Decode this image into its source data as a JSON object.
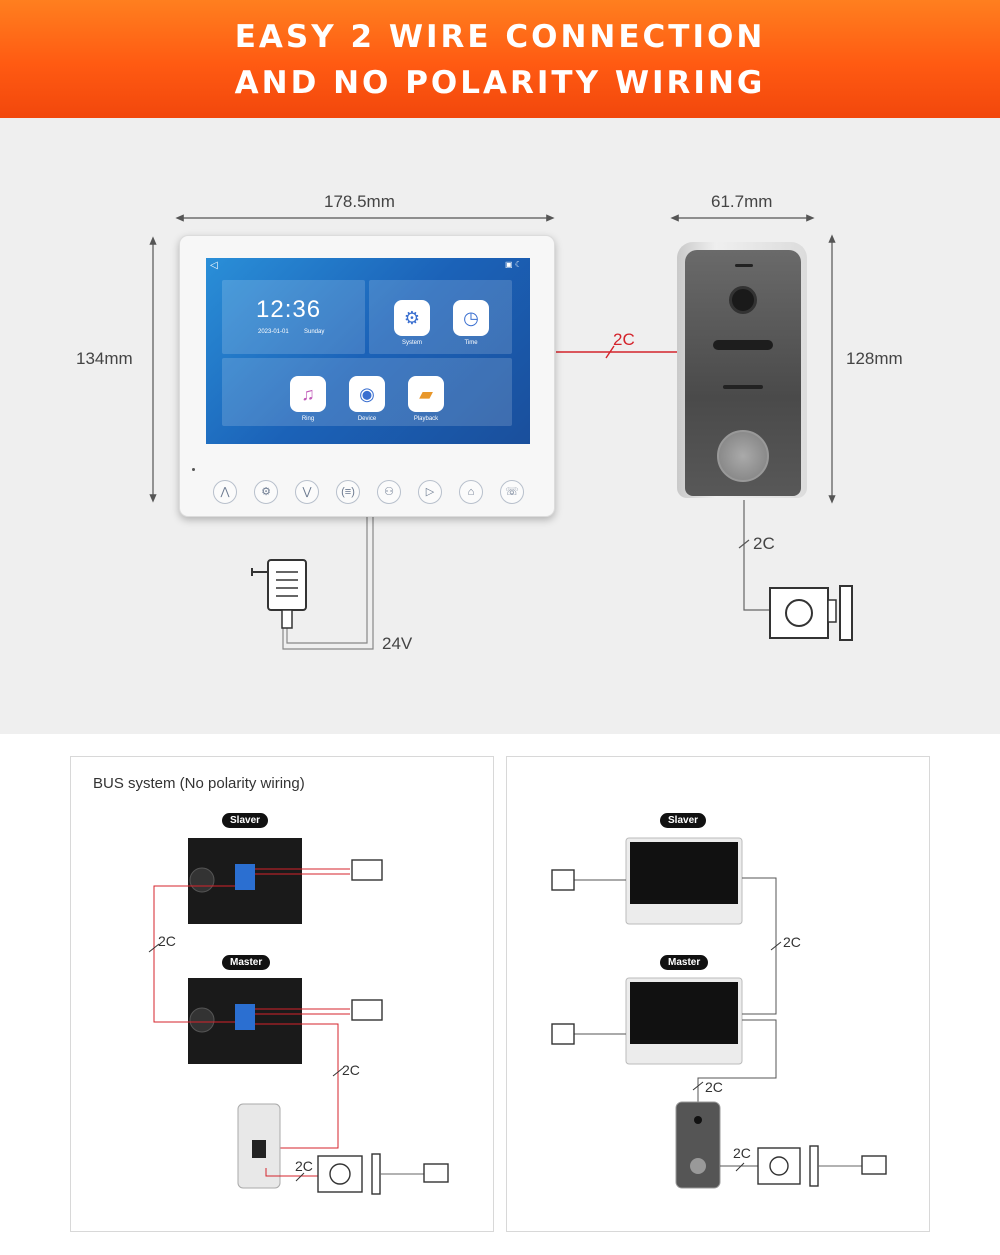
{
  "banner": {
    "line1": "EASY 2 WIRE CONNECTION",
    "line2": "AND NO POLARITY WIRING"
  },
  "dimensions": {
    "monitor_width": "178.5mm",
    "monitor_height": "134mm",
    "doorbell_width": "61.7mm",
    "doorbell_height": "128mm"
  },
  "wiring": {
    "monitor_to_doorbell": "2C",
    "doorbell_to_lock": "2C",
    "power": "24V"
  },
  "screen": {
    "time": "12:36",
    "date": "2023-01-01",
    "weekday": "Sunday",
    "apps": [
      {
        "label": "System",
        "icon": "gear-icon"
      },
      {
        "label": "Time",
        "icon": "clock-icon"
      },
      {
        "label": "Ring",
        "icon": "music-note-icon"
      },
      {
        "label": "Device",
        "icon": "camera-icon"
      },
      {
        "label": "Playback",
        "icon": "folder-icon"
      }
    ]
  },
  "monitor_buttons": [
    "up-arrow-icon",
    "settings-icon",
    "down-arrow-icon",
    "intercom-icon",
    "contacts-icon",
    "playback-icon",
    "unlock-icon",
    "hangup-icon"
  ],
  "left_card": {
    "title": "BUS system (No polarity wiring)",
    "slaver": "Slaver",
    "master": "Master",
    "wire1": "2C",
    "wire2": "2C",
    "wire3": "2C"
  },
  "right_card": {
    "slaver": "Slaver",
    "master": "Master",
    "wire1": "2C",
    "wire2": "2C",
    "wire3": "2C"
  },
  "colors": {
    "banner_orange": "#ff5a12",
    "wire_red": "#d4232b",
    "wire_gray": "#666666"
  }
}
